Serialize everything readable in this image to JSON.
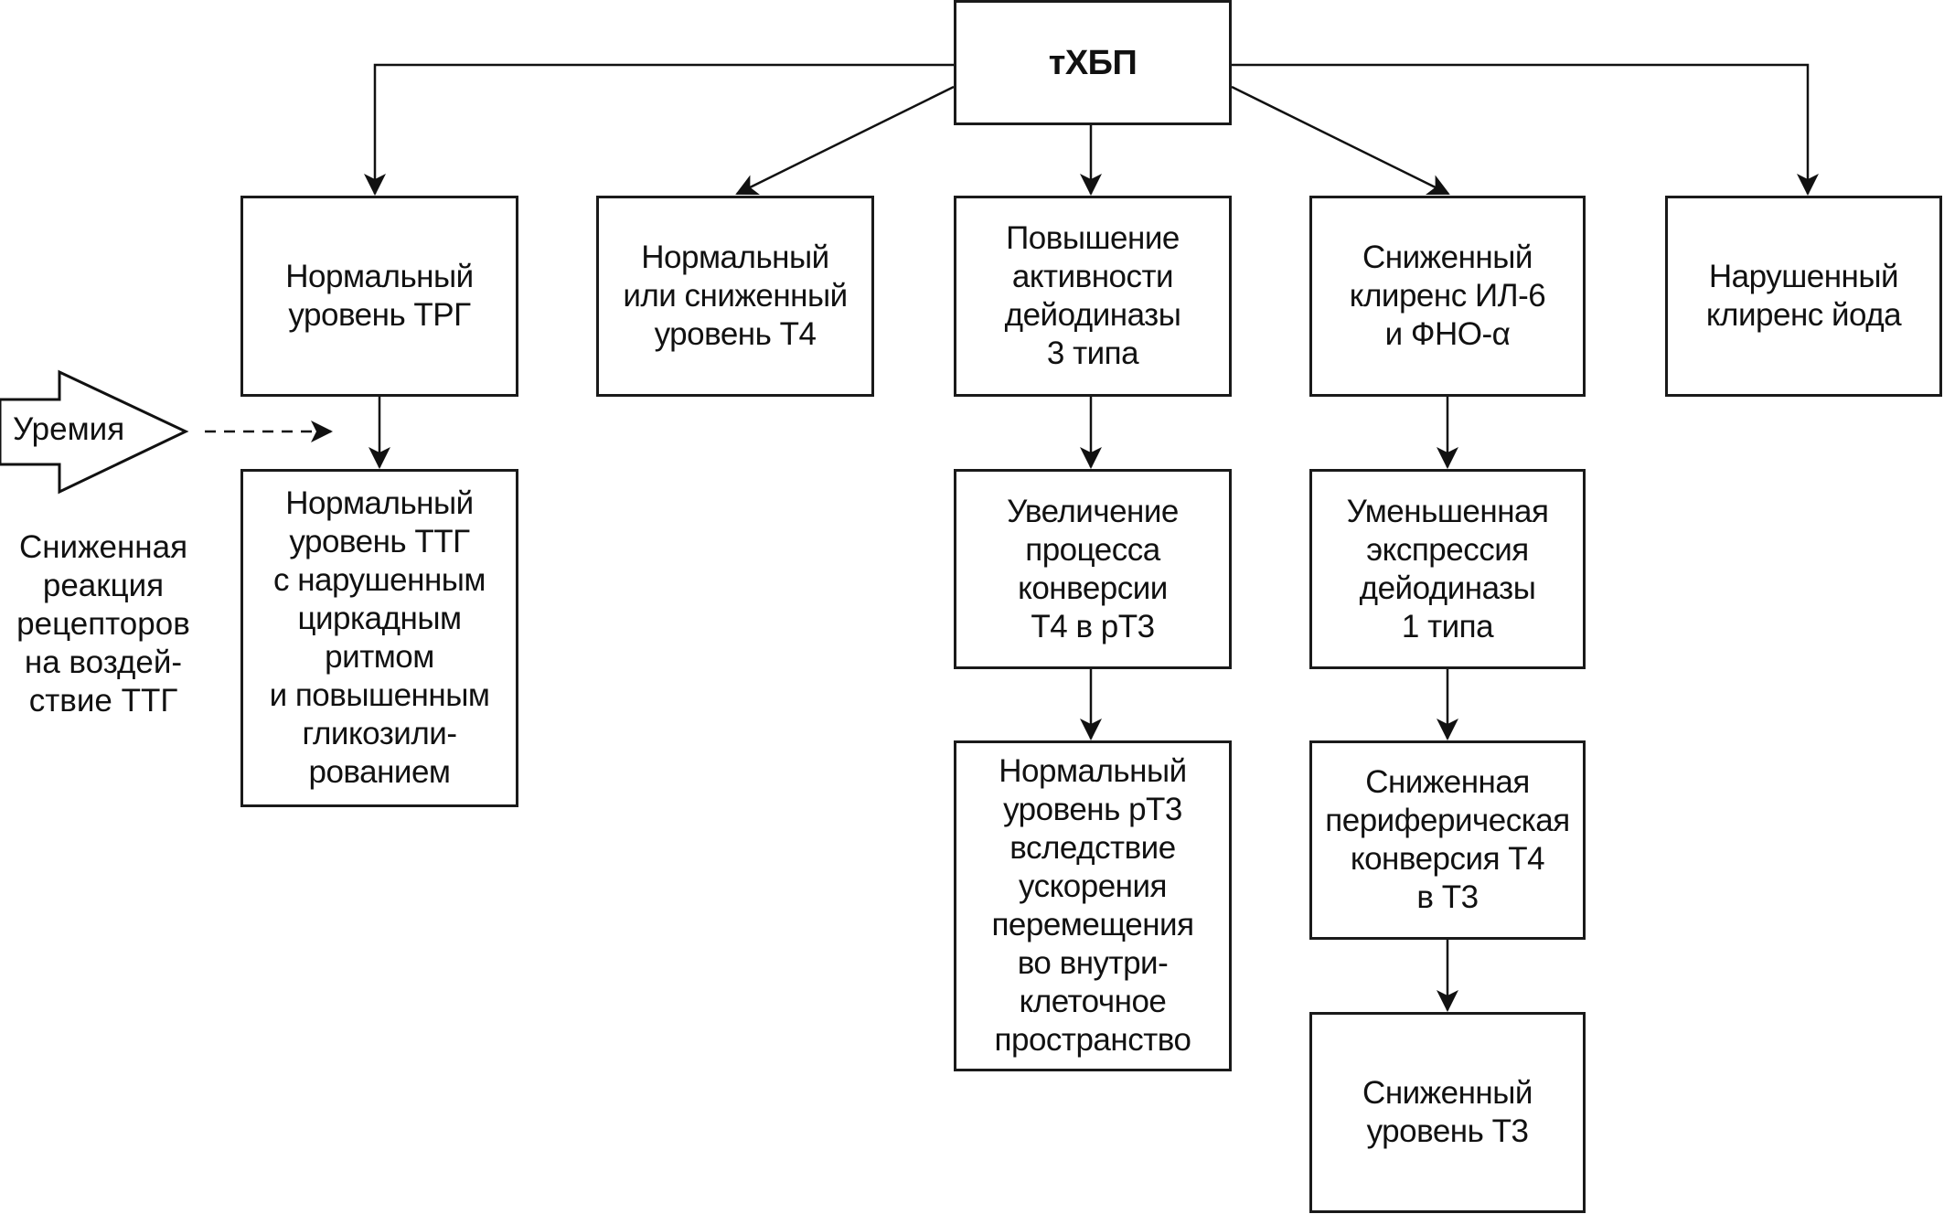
{
  "root": {
    "label": "тХБП"
  },
  "row1": [
    {
      "id": "trh",
      "lines": [
        "Нормальный",
        "уровень ТРГ"
      ]
    },
    {
      "id": "t4",
      "lines": [
        "Нормальный",
        "или сниженный",
        "уровень Т4"
      ]
    },
    {
      "id": "deiod3",
      "lines": [
        "Повышение",
        "активности",
        "дейодиназы",
        "3 типа"
      ]
    },
    {
      "id": "il6",
      "lines": [
        "Сниженный",
        "клиренс ИЛ-6",
        "и ФНО-α"
      ]
    },
    {
      "id": "iodine",
      "lines": [
        "Нарушенный",
        "клиренс йода"
      ]
    }
  ],
  "tsh_box": {
    "lines": [
      "Нормальный",
      "уровень ТТГ",
      "с нарушенным",
      "циркадным",
      "ритмом",
      "и повышенным",
      "гликозили-",
      "рованием"
    ]
  },
  "conv_rt3": {
    "lines": [
      "Увеличение",
      "процесса",
      "конверсии",
      "Т4 в рТ3"
    ]
  },
  "rt3_normal": {
    "lines": [
      "Нормальный",
      "уровень рТ3",
      "вследствие",
      "ускорения",
      "перемещения",
      "во внутри-",
      "клеточное",
      "пространство"
    ]
  },
  "deiod1": {
    "lines": [
      "Уменьшенная",
      "экспрессия",
      "дейодиназы",
      "1 типа"
    ]
  },
  "periph": {
    "lines": [
      "Сниженная",
      "периферическая",
      "конверсия Т4",
      "в Т3"
    ]
  },
  "t3_low": {
    "lines": [
      "Сниженный",
      "уровень Т3"
    ]
  },
  "uremia": {
    "label": "Уремия"
  },
  "receptor_note": {
    "lines": [
      "Сниженная",
      "реакция",
      "рецепторов",
      "на воздей-",
      "ствие ТТГ"
    ]
  }
}
